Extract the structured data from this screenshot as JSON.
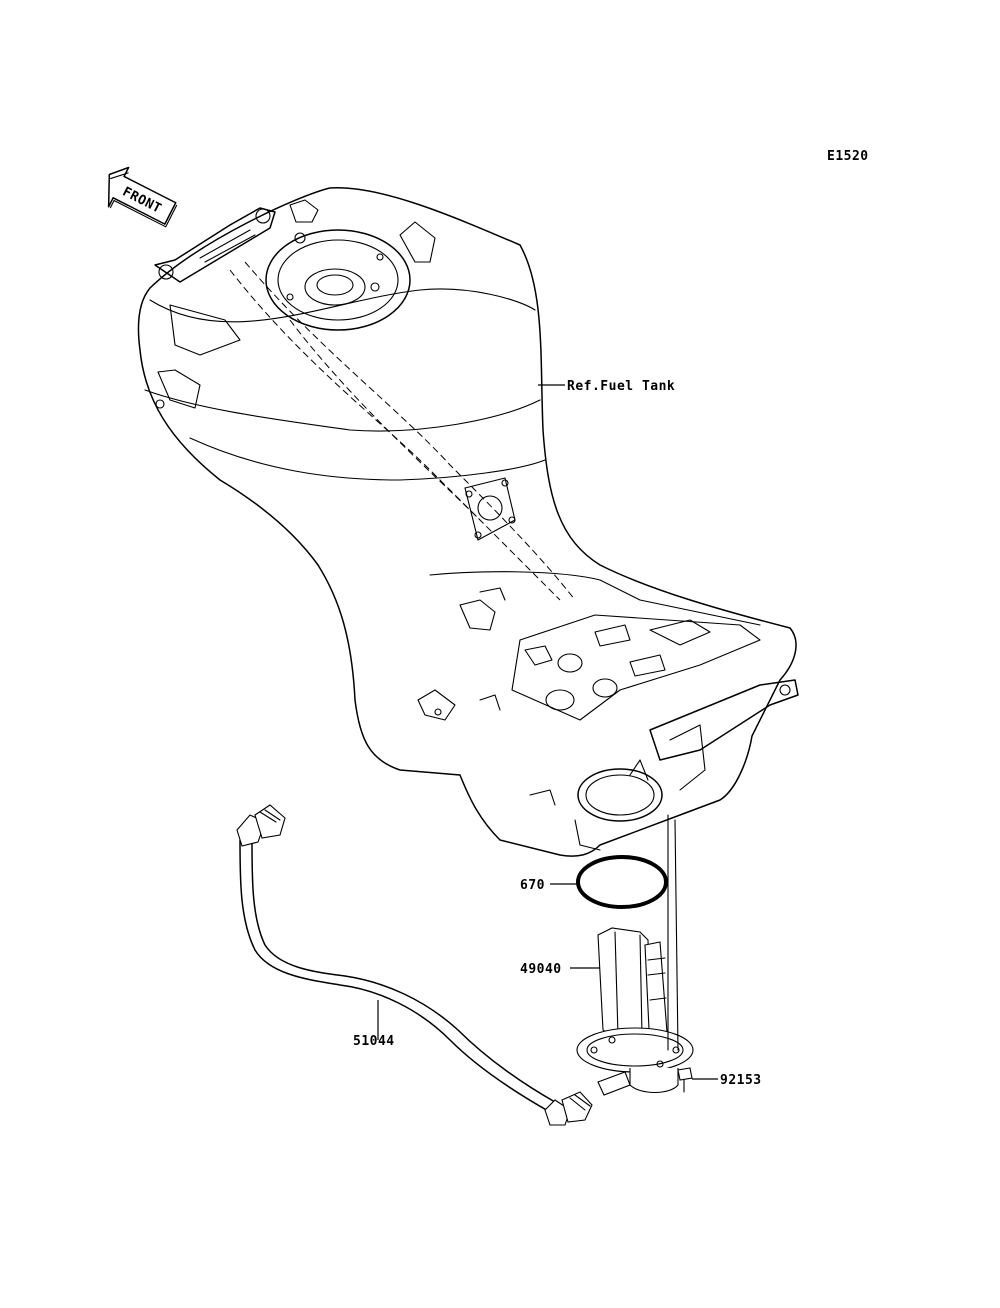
{
  "diagram_code": "E1520",
  "front_label": "FRONT",
  "callouts": {
    "fuel_tank_ref": "Ref.Fuel Tank",
    "gasket": "670",
    "fuel_pump": "49040",
    "fuel_hose": "51044",
    "bolt": "92153"
  }
}
